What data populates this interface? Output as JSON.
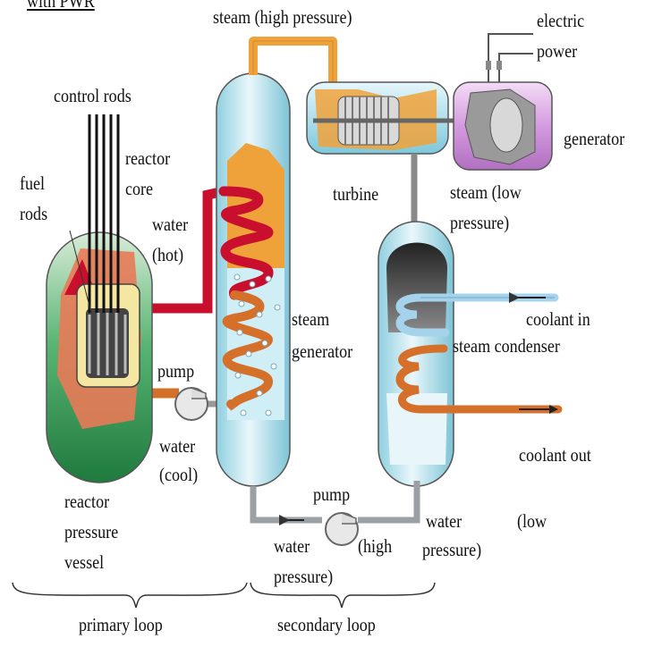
{
  "title_fragment": "with PWR",
  "labels": {
    "steam_high": "steam (high pressure)",
    "electric_power_1": "electric",
    "electric_power_2": "power",
    "control_rods": "control rods",
    "generator": "generator",
    "reactor_core_1": "reactor",
    "reactor_core_2": "core",
    "fuel_rods_1": "fuel",
    "fuel_rods_2": "rods",
    "turbine": "turbine",
    "steam_low_1": "steam (low",
    "steam_low_2": "pressure)",
    "water_hot_1": "water",
    "water_hot_2": "(hot)",
    "steam_generator_1": "steam",
    "steam_generator_2": "generator",
    "coolant_in": "coolant in",
    "steam_condenser": "steam condenser",
    "pump_primary": "pump",
    "water_cool_1": "water",
    "water_cool_2": "(cool)",
    "coolant_out": "coolant out",
    "reactor_vessel_1": "reactor",
    "reactor_vessel_2": "pressure",
    "reactor_vessel_3": "vessel",
    "pump_secondary": "pump",
    "water_right_1": "water",
    "low": "(low",
    "water_left_1": "water",
    "high": "(high",
    "pressure_right": "pressure)",
    "pressure_left": "pressure)",
    "primary_loop": "primary loop",
    "secondary_loop": "secondary loop"
  },
  "colors": {
    "reactor_green": "#2f9a55",
    "steam_orange": "#f0a23a",
    "hot_red": "#c8102e",
    "cool_orange": "#d4702a",
    "vessel_blue": "#b9e3ee",
    "water_blue": "#7fd0e4",
    "coolant_blue": "#a6d3ec",
    "generator_purple": "#d8a4e0",
    "pipe_gray": "#9aa0a4"
  }
}
